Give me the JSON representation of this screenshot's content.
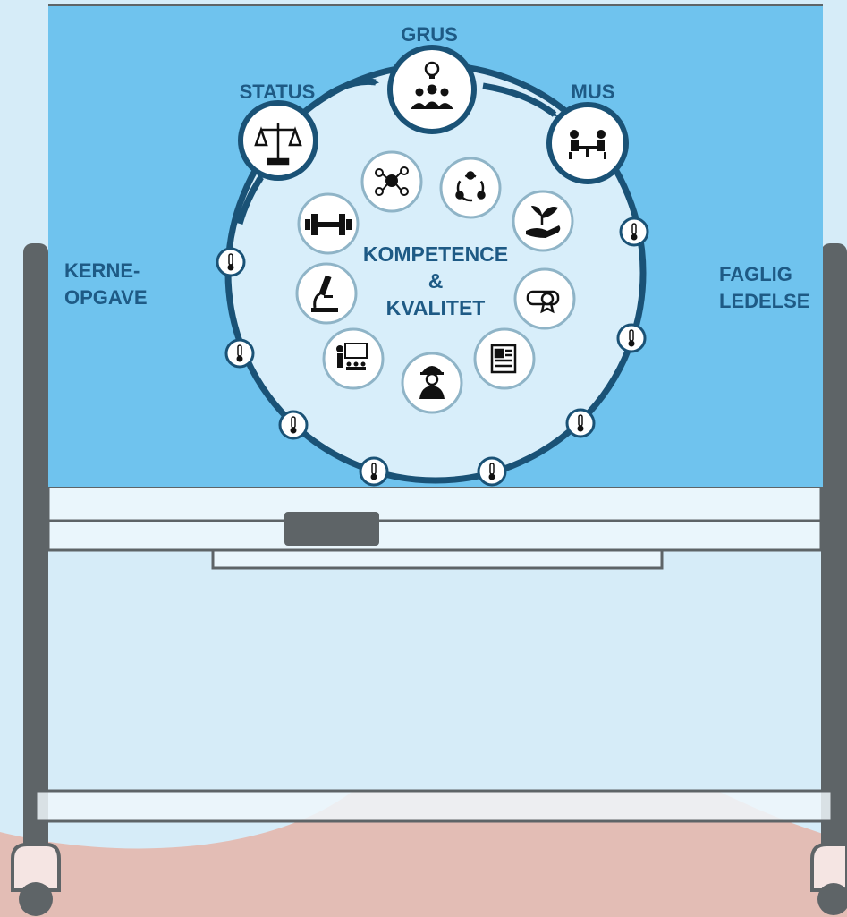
{
  "labels": {
    "grus": "GRUS",
    "status": "STATUS",
    "mus": "MUS",
    "kerne_line1": "KERNE-",
    "kerne_line2": "OPGAVE",
    "faglig_line1": "FAGLIG",
    "faglig_line2": "LEDELSE",
    "center_line1": "KOMPETENCE",
    "center_line2": "&",
    "center_line3": "KVALITET"
  },
  "icons": {
    "top_nodes": [
      "scales-icon",
      "meeting-idea-icon",
      "one-on-one-meeting-icon"
    ],
    "inner": [
      "network-icon",
      "cycle-icon",
      "plant-hand-icon",
      "diploma-icon",
      "newspaper-icon",
      "worker-icon",
      "teaching-icon",
      "microscope-icon",
      "dumbbell-icon"
    ],
    "ring_markers": "thermometer-icon"
  },
  "colors": {
    "panel": "#6fc3ee",
    "ring": "#1a5276",
    "ring_fill": "#d8eefa",
    "label": "#1e5a85",
    "board_frame": "#5e6467",
    "background": "#d6ecf8",
    "hill": "#e3bdb5"
  }
}
